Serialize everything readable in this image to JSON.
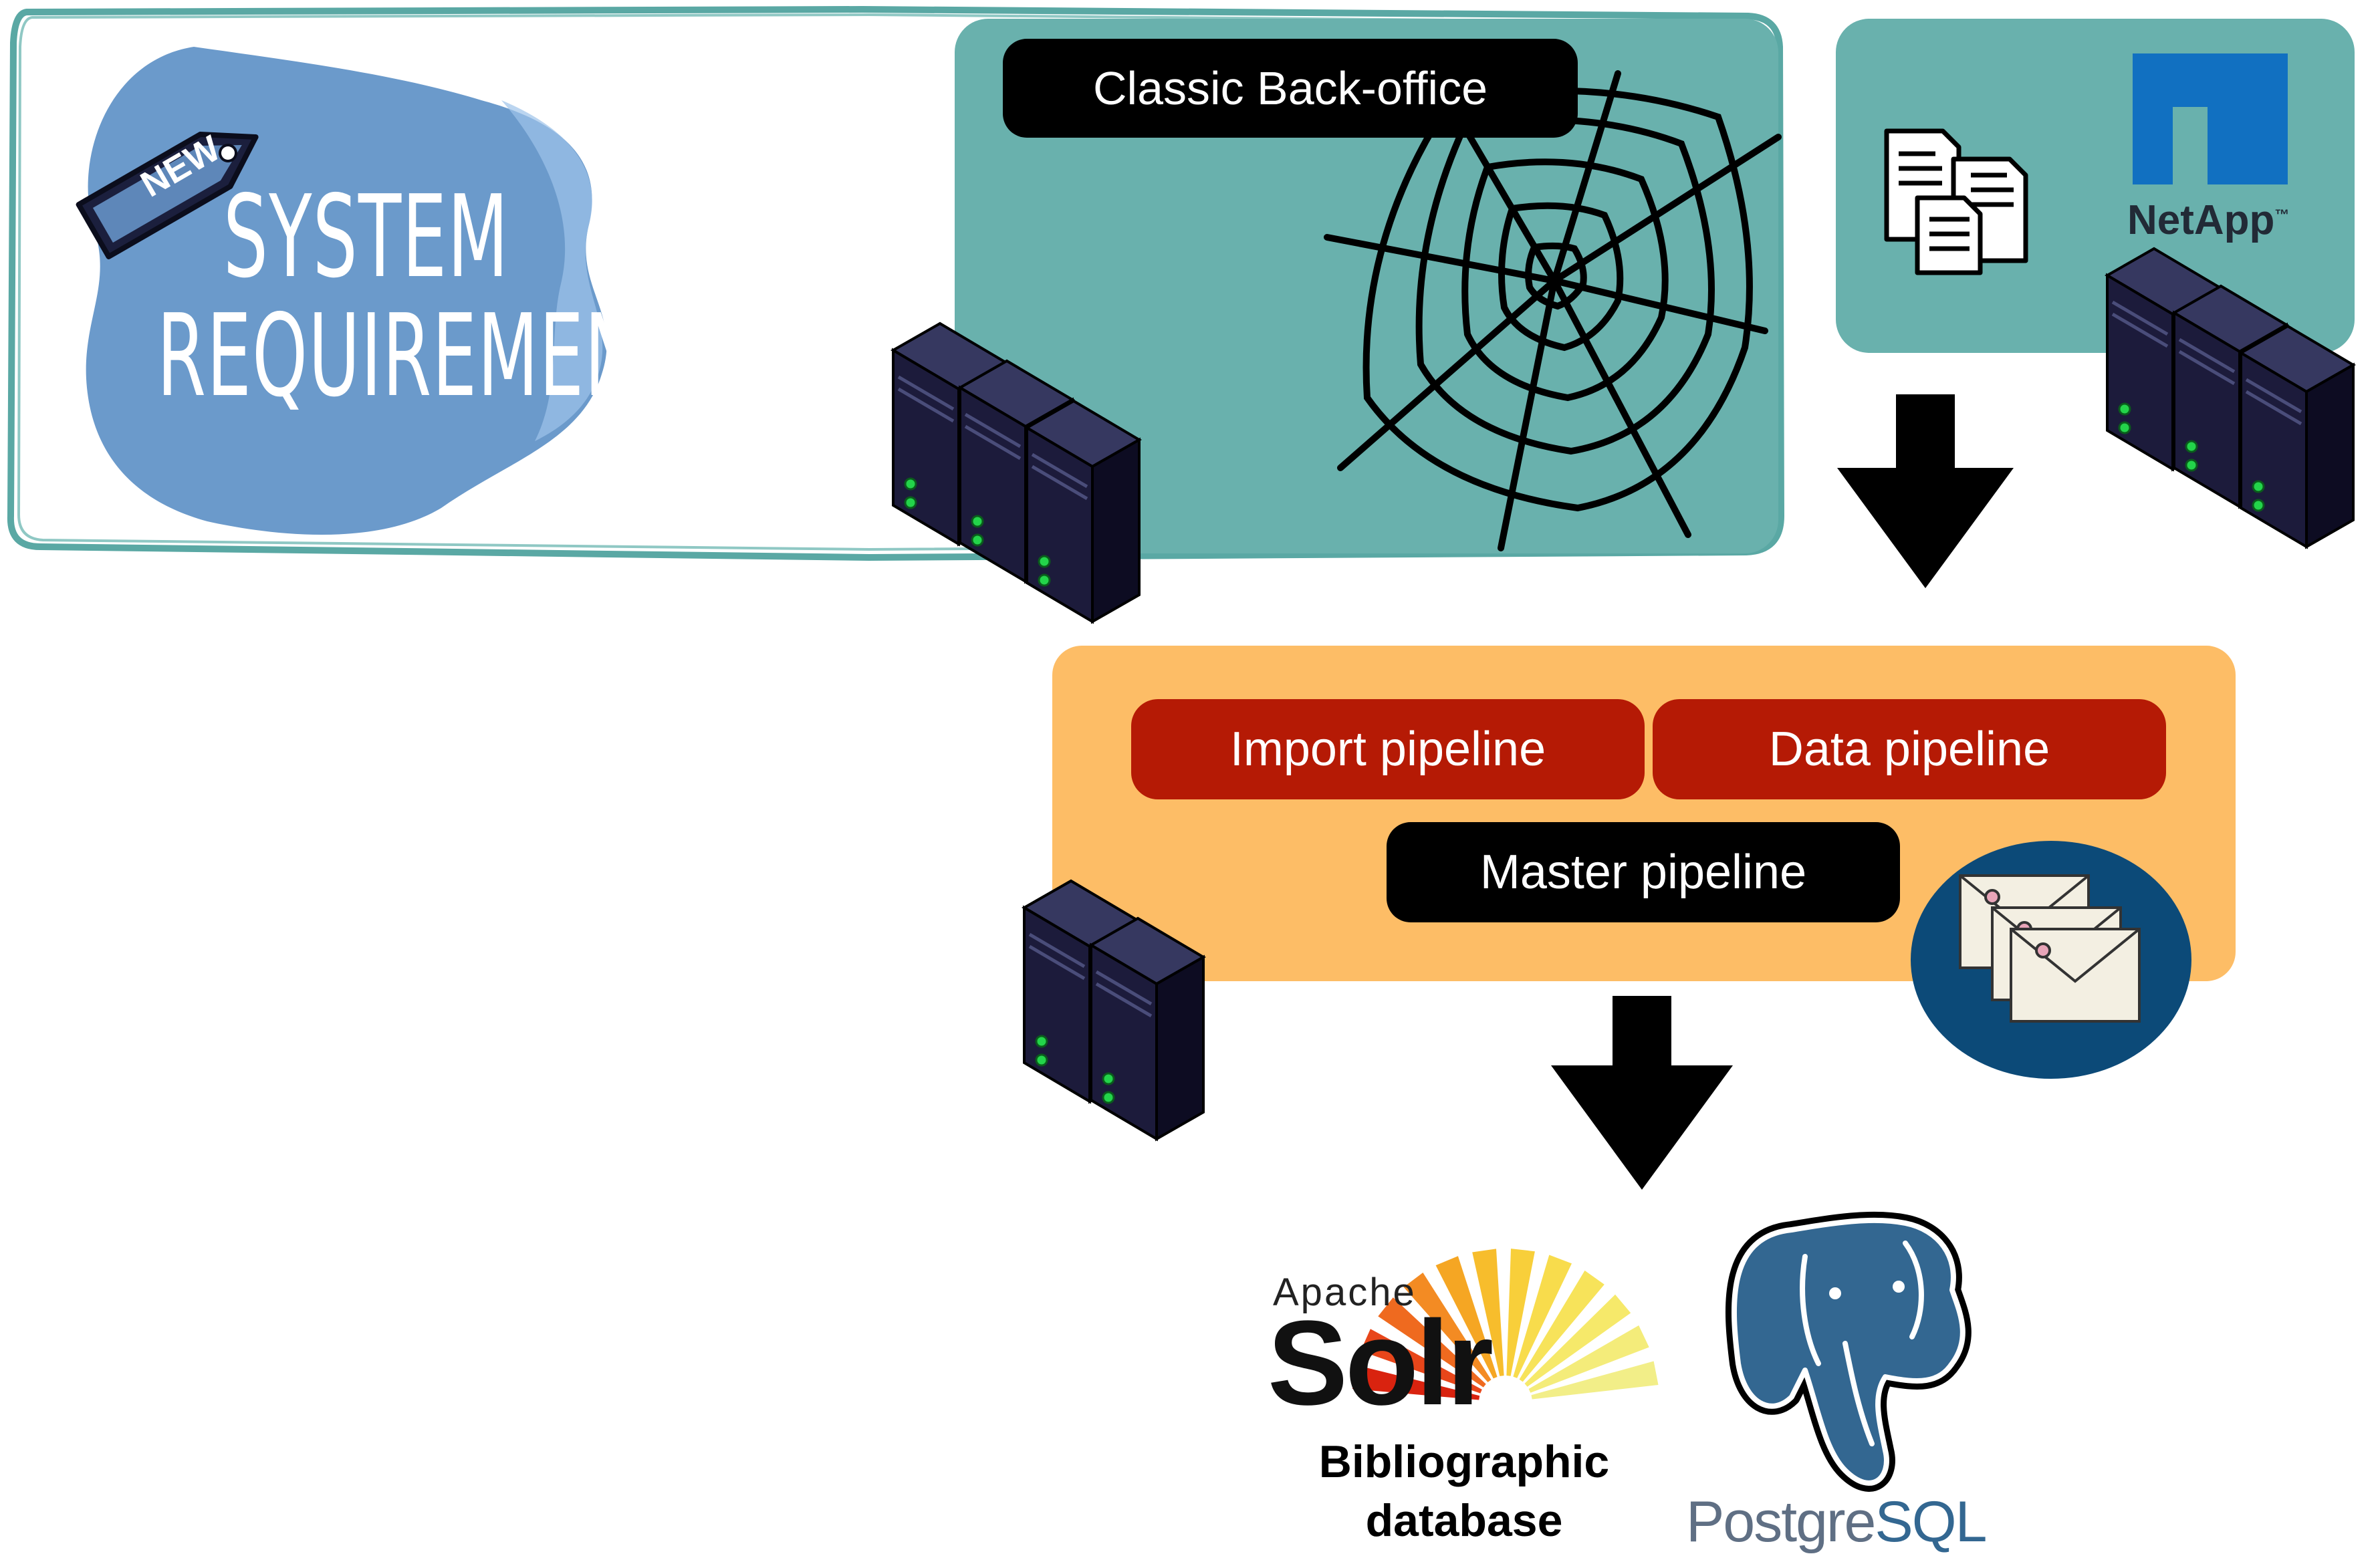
{
  "system_requirements": {
    "tag": "NEW",
    "line1": "SYSTEM",
    "line2": "REQUIREMENTS"
  },
  "back_office": {
    "label": "Classic Back-office"
  },
  "storage": {
    "netapp_label": "NetApp",
    "netapp_tm": "™"
  },
  "pipelines": {
    "import": "Import pipeline",
    "data": "Data pipeline",
    "master": "Master pipeline"
  },
  "outputs": {
    "solr_apache": "Apache",
    "solr_name": "Solr",
    "solr_caption_line1": "Bibliographic",
    "solr_caption_line2": "database",
    "postgres_prefix": "Postgre",
    "postgres_suffix": "SQL"
  },
  "colors": {
    "teal": "#69b1ad",
    "orange": "#fdbd66",
    "pipeline_red": "#b51a05",
    "blob_blue": "#6b9acb",
    "netapp_blue": "#1170c1",
    "mail_circle": "#0c4a78",
    "postgres_blue": "#336791",
    "postgres_text": "#5f6f84"
  }
}
